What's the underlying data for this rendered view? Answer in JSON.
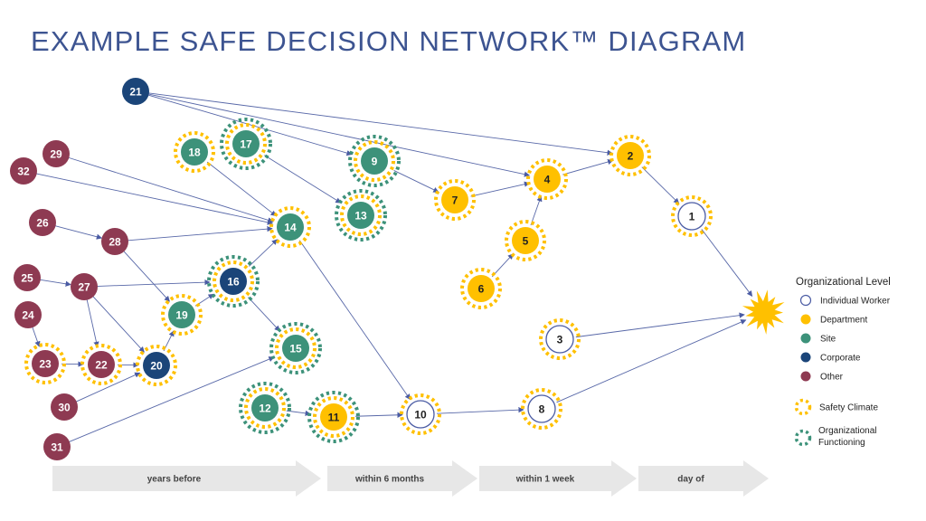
{
  "title": "EXAMPLE SAFE DECISION NETWORK™ DIAGRAM",
  "colors": {
    "individual": "#ffffff",
    "individual_stroke": "#4a5ba3",
    "department": "#ffc000",
    "site": "#3d927a",
    "corporate": "#1b4579",
    "other": "#8e3a52",
    "safety_climate": "#ffc000",
    "org_functioning": "#3d927a",
    "edge": "#5868a8",
    "event": "#ffc000",
    "phase": "#e7e7e7"
  },
  "nodes": [
    {
      "id": "1",
      "level": "individual",
      "safety_climate": true,
      "org_functioning": false
    },
    {
      "id": "2",
      "level": "department",
      "safety_climate": true,
      "org_functioning": false
    },
    {
      "id": "3",
      "level": "individual",
      "safety_climate": true,
      "org_functioning": false
    },
    {
      "id": "4",
      "level": "department",
      "safety_climate": true,
      "org_functioning": false
    },
    {
      "id": "5",
      "level": "department",
      "safety_climate": true,
      "org_functioning": false
    },
    {
      "id": "6",
      "level": "department",
      "safety_climate": true,
      "org_functioning": false
    },
    {
      "id": "7",
      "level": "department",
      "safety_climate": true,
      "org_functioning": false
    },
    {
      "id": "8",
      "level": "individual",
      "safety_climate": true,
      "org_functioning": false
    },
    {
      "id": "9",
      "level": "site",
      "safety_climate": true,
      "org_functioning": true
    },
    {
      "id": "10",
      "level": "individual",
      "safety_climate": true,
      "org_functioning": false
    },
    {
      "id": "11",
      "level": "department",
      "safety_climate": true,
      "org_functioning": true
    },
    {
      "id": "12",
      "level": "site",
      "safety_climate": true,
      "org_functioning": true
    },
    {
      "id": "13",
      "level": "site",
      "safety_climate": true,
      "org_functioning": true
    },
    {
      "id": "14",
      "level": "site",
      "safety_climate": true,
      "org_functioning": false
    },
    {
      "id": "15",
      "level": "site",
      "safety_climate": true,
      "org_functioning": true
    },
    {
      "id": "16",
      "level": "corporate",
      "safety_climate": true,
      "org_functioning": true
    },
    {
      "id": "17",
      "level": "site",
      "safety_climate": true,
      "org_functioning": true
    },
    {
      "id": "18",
      "level": "site",
      "safety_climate": true,
      "org_functioning": false
    },
    {
      "id": "19",
      "level": "site",
      "safety_climate": true,
      "org_functioning": false
    },
    {
      "id": "20",
      "level": "corporate",
      "safety_climate": true,
      "org_functioning": false
    },
    {
      "id": "21",
      "level": "corporate",
      "safety_climate": false,
      "org_functioning": false
    },
    {
      "id": "22",
      "level": "other",
      "safety_climate": true,
      "org_functioning": false
    },
    {
      "id": "23",
      "level": "other",
      "safety_climate": true,
      "org_functioning": false
    },
    {
      "id": "24",
      "level": "other",
      "safety_climate": false,
      "org_functioning": false
    },
    {
      "id": "25",
      "level": "other",
      "safety_climate": false,
      "org_functioning": false
    },
    {
      "id": "26",
      "level": "other",
      "safety_climate": false,
      "org_functioning": false
    },
    {
      "id": "27",
      "level": "other",
      "safety_climate": false,
      "org_functioning": false
    },
    {
      "id": "28",
      "level": "other",
      "safety_climate": false,
      "org_functioning": false
    },
    {
      "id": "29",
      "level": "other",
      "safety_climate": false,
      "org_functioning": false
    },
    {
      "id": "30",
      "level": "other",
      "safety_climate": false,
      "org_functioning": false
    },
    {
      "id": "31",
      "level": "other",
      "safety_climate": false,
      "org_functioning": false
    },
    {
      "id": "32",
      "level": "other",
      "safety_climate": false,
      "org_functioning": false
    }
  ],
  "edges": [
    [
      "21",
      "9"
    ],
    [
      "21",
      "4"
    ],
    [
      "21",
      "2"
    ],
    [
      "29",
      "14"
    ],
    [
      "32",
      "14"
    ],
    [
      "18",
      "14"
    ],
    [
      "28",
      "14"
    ],
    [
      "16",
      "14"
    ],
    [
      "17",
      "13"
    ],
    [
      "9",
      "7"
    ],
    [
      "7",
      "4"
    ],
    [
      "6",
      "5"
    ],
    [
      "5",
      "4"
    ],
    [
      "4",
      "2"
    ],
    [
      "2",
      "1"
    ],
    [
      "1",
      "event"
    ],
    [
      "26",
      "28"
    ],
    [
      "28",
      "19"
    ],
    [
      "25",
      "27"
    ],
    [
      "27",
      "16"
    ],
    [
      "27",
      "22"
    ],
    [
      "27",
      "20"
    ],
    [
      "24",
      "23"
    ],
    [
      "23",
      "22"
    ],
    [
      "22",
      "20"
    ],
    [
      "30",
      "20"
    ],
    [
      "20",
      "19"
    ],
    [
      "19",
      "16"
    ],
    [
      "16",
      "15"
    ],
    [
      "31",
      "15"
    ],
    [
      "12",
      "11"
    ],
    [
      "11",
      "10"
    ],
    [
      "14",
      "10"
    ],
    [
      "10",
      "8"
    ],
    [
      "8",
      "event"
    ],
    [
      "3",
      "event"
    ]
  ],
  "event": {
    "id": "event",
    "icon": "incident-burst-icon"
  },
  "legend": {
    "title": "Organizational Level",
    "items": [
      {
        "key": "individual",
        "label": "Individual Worker"
      },
      {
        "key": "department",
        "label": "Department"
      },
      {
        "key": "site",
        "label": "Site"
      },
      {
        "key": "corporate",
        "label": "Corporate"
      },
      {
        "key": "other",
        "label": "Other"
      }
    ],
    "rings": [
      {
        "key": "safety_climate",
        "label": "Safety Climate"
      },
      {
        "key": "org_functioning",
        "label_lines": [
          "Organizational",
          "Functioning"
        ]
      }
    ]
  },
  "timeline": [
    {
      "label": "years before"
    },
    {
      "label": "within 6 months"
    },
    {
      "label": "within 1 week"
    },
    {
      "label": "day of"
    }
  ]
}
